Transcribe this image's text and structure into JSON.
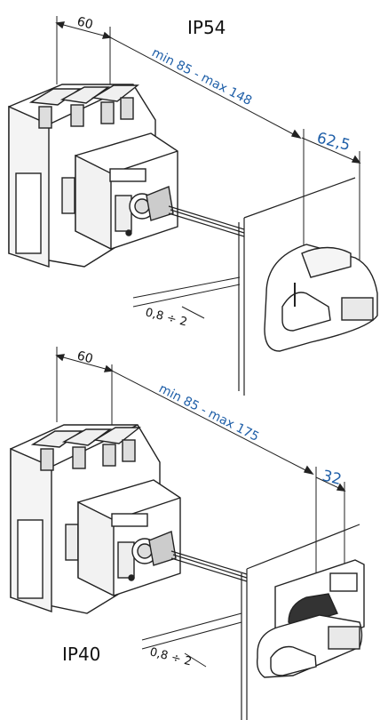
{
  "top": {
    "rating": "IP54",
    "width_dim": "60",
    "range_dim": "min 85 - max 148",
    "depth_dim": "62,5",
    "panel_thickness": "0,8 ÷ 2"
  },
  "bottom": {
    "rating": "IP40",
    "width_dim": "60",
    "range_dim": "min 85 - max 175",
    "depth_dim": "32",
    "panel_thickness": "0,8 ÷ 2"
  },
  "colors": {
    "blue_dimension": "#1f5fa8",
    "line": "#222222"
  }
}
